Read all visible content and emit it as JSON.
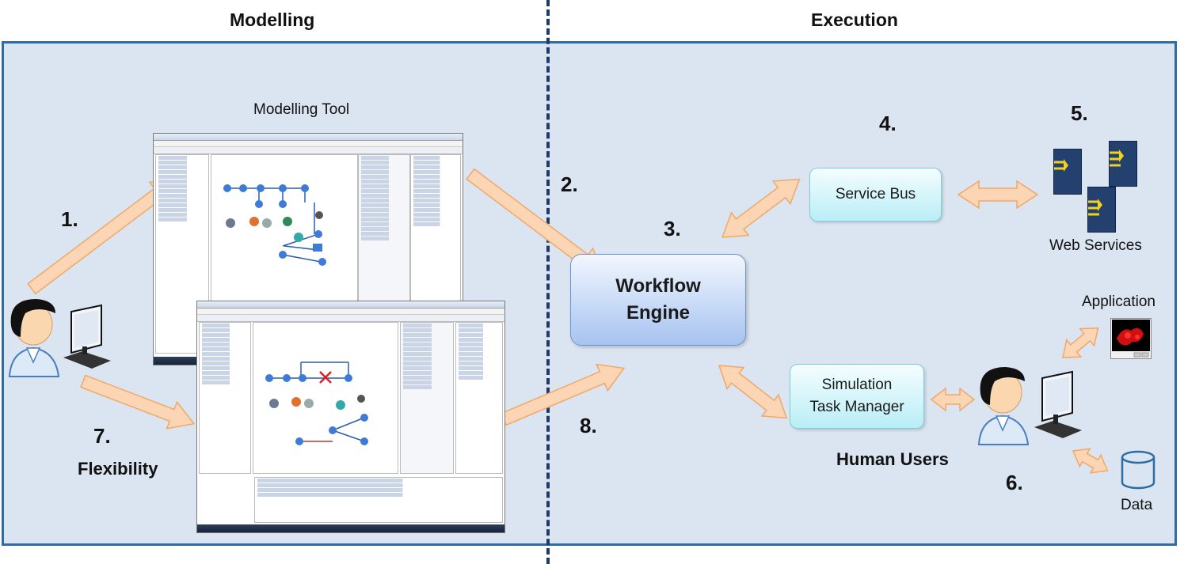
{
  "headers": {
    "left": "Modelling",
    "right": "Execution"
  },
  "steps": {
    "s1": "1.",
    "s2": "2.",
    "s3": "3.",
    "s4": "4.",
    "s5": "5.",
    "s6": "6.",
    "s7": "7.",
    "s8": "8."
  },
  "labels": {
    "modelling_tool": "Modelling Tool",
    "flexibility": "Flexibility",
    "web_services": "Web Services",
    "application": "Application",
    "human_users": "Human Users",
    "data": "Data"
  },
  "boxes": {
    "service_bus": "Service Bus",
    "engine_line1": "Workflow",
    "engine_line2": "Engine",
    "stm_line1": "Simulation",
    "stm_line2": "Task Manager"
  },
  "colors": {
    "frame_bg": "#dbe5f1",
    "frame_border": "#2e6da4",
    "arrow_fill": "#fcd5b4",
    "arrow_stroke": "#f4a460",
    "service_box": "#b9eef6",
    "engine_box": "#a6c3f0",
    "web_service": "#23406f"
  },
  "icons": [
    "user-at-computer-icon",
    "web-service-icon",
    "database-icon",
    "application-window-icon"
  ]
}
